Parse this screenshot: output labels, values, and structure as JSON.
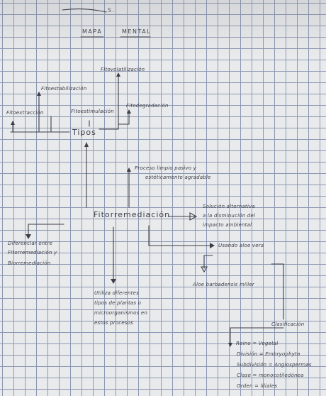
{
  "header": {
    "lesson_number": "S.",
    "title_word_1": "MAPA",
    "title_word_2": "MENTAL"
  },
  "map": {
    "center": "Fitorremediación",
    "types_label": "Tipos",
    "types": {
      "fitovolatilizacion": "Fitovolatilización",
      "fitoestabilizacion": "Fitoestabilización",
      "fitoextraccion": "Fitoextracción",
      "fitoestimulacion": "Fitoestimulación",
      "fitodegradacion": "Fitodegradación"
    },
    "process_line_1": "Proceso limpio pasivo y",
    "process_line_2": "estéticamente agradable",
    "solution_line_1": "Solución alternativa",
    "solution_line_2": "a la disminución del",
    "solution_line_3": "impacto ambiental",
    "difference_line_1": "Diferenciar entre",
    "difference_line_2": "Fitorremediación y",
    "difference_line_3": "Biorremediación",
    "utiliza_line_1": "Utiliza diferentes",
    "utiliza_line_2": "tipos de plantas o",
    "utiliza_line_3": "microorganismos en",
    "utiliza_line_4": "estos procesos",
    "usando": "Usando aloe vera",
    "aloe": "Aloe barbadensis miller",
    "clasificacion": "Clasificación",
    "classification": [
      "Reino = Vegetal",
      "División = Embryophyta",
      "Subdivisión = Angiospermas",
      "Clase = monocotiledónea",
      "Orden = liliales"
    ]
  }
}
